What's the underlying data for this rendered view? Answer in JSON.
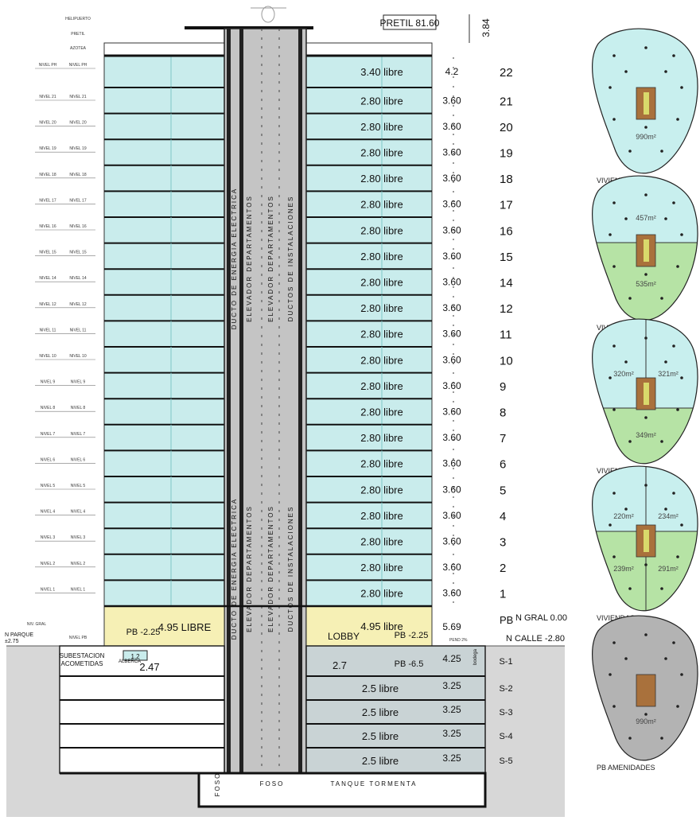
{
  "section": {
    "pretil": "PRETIL 81.60",
    "top_dim": "3.84",
    "top_labels": [
      "HELIPUERTO",
      "PRETIL",
      "AZOTEA"
    ],
    "levels": [
      {
        "num": "22",
        "label": "3.40 libre",
        "h": "4.2",
        "left": "NIVEL PH"
      },
      {
        "num": "21",
        "label": "2.80 libre",
        "h": "3.60",
        "left": "NIVEL 21"
      },
      {
        "num": "20",
        "label": "2.80 libre",
        "h": "3.60",
        "left": "NIVEL 20"
      },
      {
        "num": "19",
        "label": "2.80 libre",
        "h": "3.60",
        "left": "NIVEL 19"
      },
      {
        "num": "18",
        "label": "2.80 libre",
        "h": "3.60",
        "left": "NIVEL 18"
      },
      {
        "num": "17",
        "label": "2.80 libre",
        "h": "3.60",
        "left": "NIVEL 17"
      },
      {
        "num": "16",
        "label": "2.80 libre",
        "h": "3.60",
        "left": "NIVEL 16"
      },
      {
        "num": "15",
        "label": "2.80 libre",
        "h": "3.60",
        "left": "NIVEL 15"
      },
      {
        "num": "14",
        "label": "2.80 libre",
        "h": "3.60",
        "left": "NIVEL 14"
      },
      {
        "num": "12",
        "label": "2.80 libre",
        "h": "3.60",
        "left": "NIVEL 12"
      },
      {
        "num": "11",
        "label": "2.80 libre",
        "h": "3.60",
        "left": "NIVEL 11"
      },
      {
        "num": "10",
        "label": "2.80 libre",
        "h": "3.60",
        "left": "NIVEL 10"
      },
      {
        "num": "9",
        "label": "2.80 libre",
        "h": "3.60",
        "left": "NIVEL 9"
      },
      {
        "num": "8",
        "label": "2.80 libre",
        "h": "3.60",
        "left": "NIVEL 8"
      },
      {
        "num": "7",
        "label": "2.80 libre",
        "h": "3.60",
        "left": "NIVEL 7"
      },
      {
        "num": "6",
        "label": "2.80 libre",
        "h": "3.60",
        "left": "NIVEL 6"
      },
      {
        "num": "5",
        "label": "2.80 libre",
        "h": "3.60",
        "left": "NIVEL 5"
      },
      {
        "num": "4",
        "label": "2.80 libre",
        "h": "3.60",
        "left": "NIVEL 4"
      },
      {
        "num": "3",
        "label": "2.80 libre",
        "h": "3.60",
        "left": "NIVEL 3"
      },
      {
        "num": "2",
        "label": "2.80 libre",
        "h": "3.60",
        "left": "NIVEL 2"
      },
      {
        "num": "1",
        "label": "2.80 libre",
        "h": "3.60",
        "left": "NIVEL 1"
      }
    ],
    "ground": {
      "left_label": "4.95 LIBRE",
      "pb_left": "PB -2.25",
      "lobby": "LOBBY",
      "right_label": "4.95 libre",
      "pb_right": "PB -2.25",
      "height": "5.69",
      "pb_ngral": "PB",
      "ngral": "N GRAL 0.00",
      "ncalle": "N CALLE -2.80",
      "nparque": "N PARQUE",
      "nparque_val": "±2.75",
      "pend": "PEND 2%",
      "left_marks": [
        "NIV. GRAL",
        "NIVEL PB"
      ]
    },
    "basement": [
      {
        "name": "S-1",
        "label": "",
        "h": "4.25"
      },
      {
        "name": "S-2",
        "label": "2.5 libre",
        "h": "3.25"
      },
      {
        "name": "S-3",
        "label": "2.5 libre",
        "h": "3.25"
      },
      {
        "name": "S-4",
        "label": "2.5 libre",
        "h": "3.25"
      },
      {
        "name": "S-5",
        "label": "2.5 libre",
        "h": "3.25"
      }
    ],
    "b1": {
      "subestacion_1": "SUBESTACION",
      "subestacion_2": "ACOMETIDAS",
      "alberca": "ALBERCA",
      "pool_small": "1.2",
      "left_val": "2.47",
      "mid_val": "2.7",
      "pb_minus": "PB -6.5",
      "bodega": "bodega"
    },
    "core_upper": [
      "DUCTO DE ENERGIA ELECTRICA",
      "ELEVADOR DEPARTAMENTOS",
      "ELEVADOR DEPARTAMENTOS",
      "DUCTOS DE INSTALACIONES"
    ],
    "core_lower": [
      "DUCTO DE ENERGIA ELECTRICA",
      "ELEVADOR DEPARTAMENTOS",
      "ELEVADOR DEPARTAMENTOS",
      "DUCTOS DE INSTALACIONES"
    ],
    "foso_1": "FOSO",
    "foso_2": "FOSO",
    "tanque": "TANQUE TORMENTA"
  },
  "plans": [
    {
      "caption": "VIVIENDAS",
      "areas": [
        "990m²"
      ]
    },
    {
      "caption": "VIVIENDAS",
      "areas": [
        "457m²",
        "535m²"
      ]
    },
    {
      "caption": "VIVIENDAS",
      "areas": [
        "320m²",
        "321m²",
        "349m²"
      ]
    },
    {
      "caption": "VIVIENDAS",
      "areas": [
        "220m²",
        "234m²",
        "239m²",
        "291m²"
      ]
    },
    {
      "caption": "PB AMENIDADES",
      "areas": [
        "990m²"
      ]
    }
  ],
  "colors": {
    "glass": "#c9ecec",
    "glass_line": "#7fc9c9",
    "lobby": "#f6f0b5",
    "core": "#c4c4c4",
    "basement": "#c9d3d5",
    "ground": "#d7d7d7",
    "plan_green": "#b6e3a5",
    "plan_cyan": "#c8efee",
    "plan_grey": "#b3b3b3",
    "core_brown": "#a9713c",
    "core_yellow": "#d9d96b"
  }
}
